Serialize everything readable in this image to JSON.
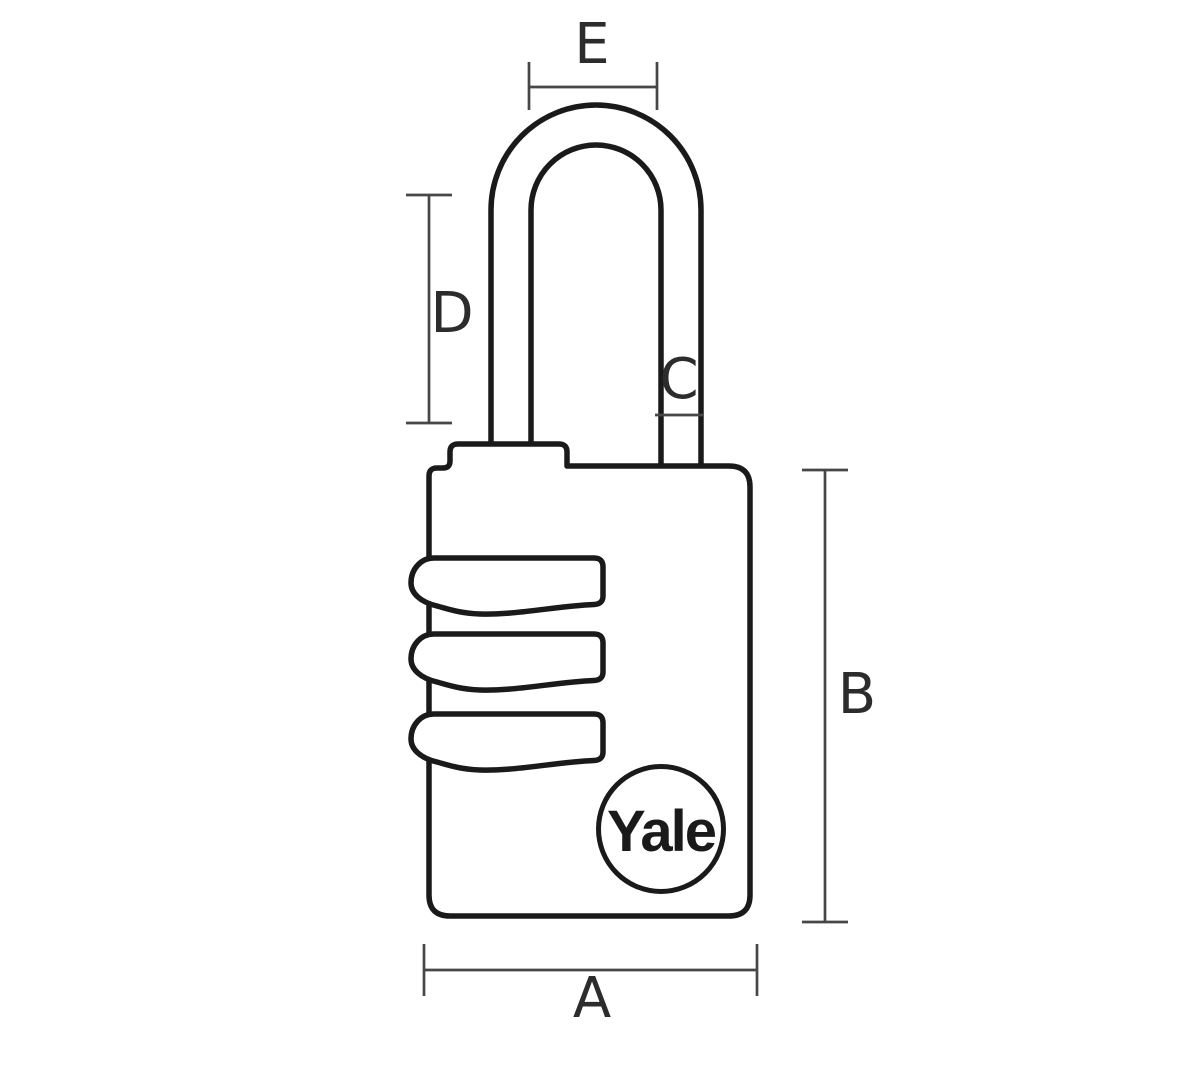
{
  "diagram": {
    "type": "technical-dimension-drawing",
    "subject": "combination padlock",
    "background_color": "#ffffff",
    "outline_color": "#1a1a1a",
    "dimension_line_color": "#474747",
    "label_color": "#2c2c2c",
    "brand_label": "Yale",
    "labels": {
      "a": "A",
      "b": "B",
      "c": "C",
      "d": "D",
      "e": "E"
    }
  }
}
